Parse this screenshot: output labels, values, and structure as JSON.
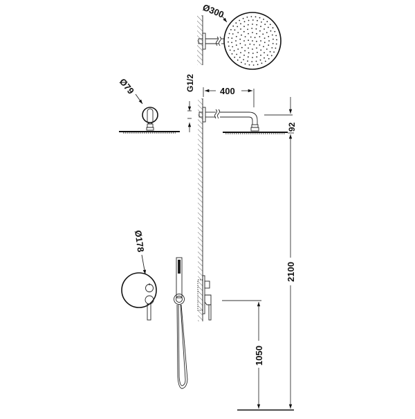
{
  "diagram": {
    "title": "Built-in shower set technical drawing",
    "colors": {
      "line": "#111111",
      "background": "#ffffff",
      "hatch": "#555555"
    },
    "dimensions": {
      "shower_head_diameter": "Ø300",
      "wall_flange_diameter": "Ø79",
      "mixer_plate_diameter": "Ø178",
      "connection_thread": "G1/2",
      "arm_length": "400",
      "arm_drop": "92",
      "shower_head_height": "2100",
      "mixer_height": "1050"
    },
    "components": [
      {
        "id": "rain-shower-head-top-view",
        "label": "Ø300"
      },
      {
        "id": "wall-flange-front-view",
        "label": "Ø79"
      },
      {
        "id": "shower-arm-side-view",
        "label": "400"
      },
      {
        "id": "mixer-front-view",
        "label": "Ø178"
      },
      {
        "id": "hand-shower-with-hose",
        "label": ""
      },
      {
        "id": "mixer-side-view",
        "label": ""
      }
    ]
  }
}
